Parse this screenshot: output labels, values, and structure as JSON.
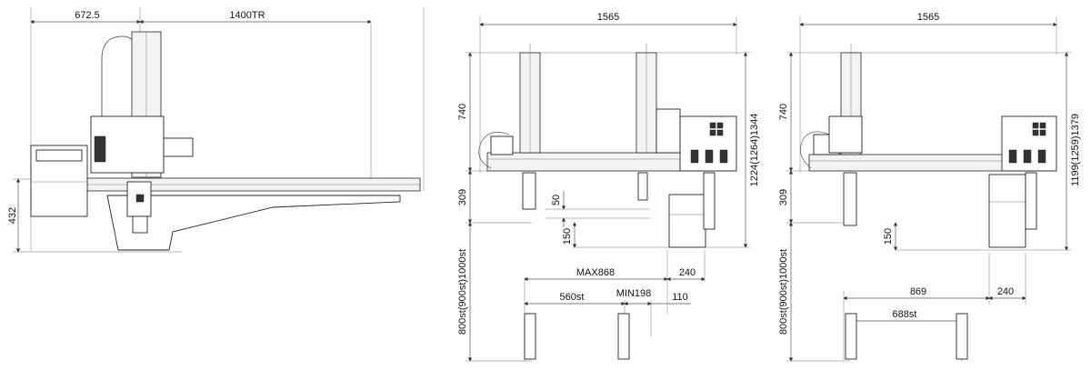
{
  "views": {
    "side": {
      "dims": {
        "top_left": "672.5",
        "top_right": "1400TR",
        "left_vertical": "432"
      }
    },
    "front_a": {
      "dims": {
        "top": "1565",
        "v_740": "740",
        "v_309": "309",
        "v_stroke": "800st(900st)1000st",
        "v_right": "1224(1264)1344",
        "d_50": "50",
        "d_150": "150",
        "max": "MAX868",
        "d_240": "240",
        "d_560": "560st",
        "min": "MIN198",
        "d_110": "110"
      }
    },
    "front_b": {
      "dims": {
        "top": "1565",
        "v_740": "740",
        "v_309": "309",
        "v_stroke": "800st(900st)1000st",
        "v_right": "1199(1259)1379",
        "d_150": "150",
        "d_869": "869",
        "d_240": "240",
        "d_688": "688st"
      }
    }
  }
}
